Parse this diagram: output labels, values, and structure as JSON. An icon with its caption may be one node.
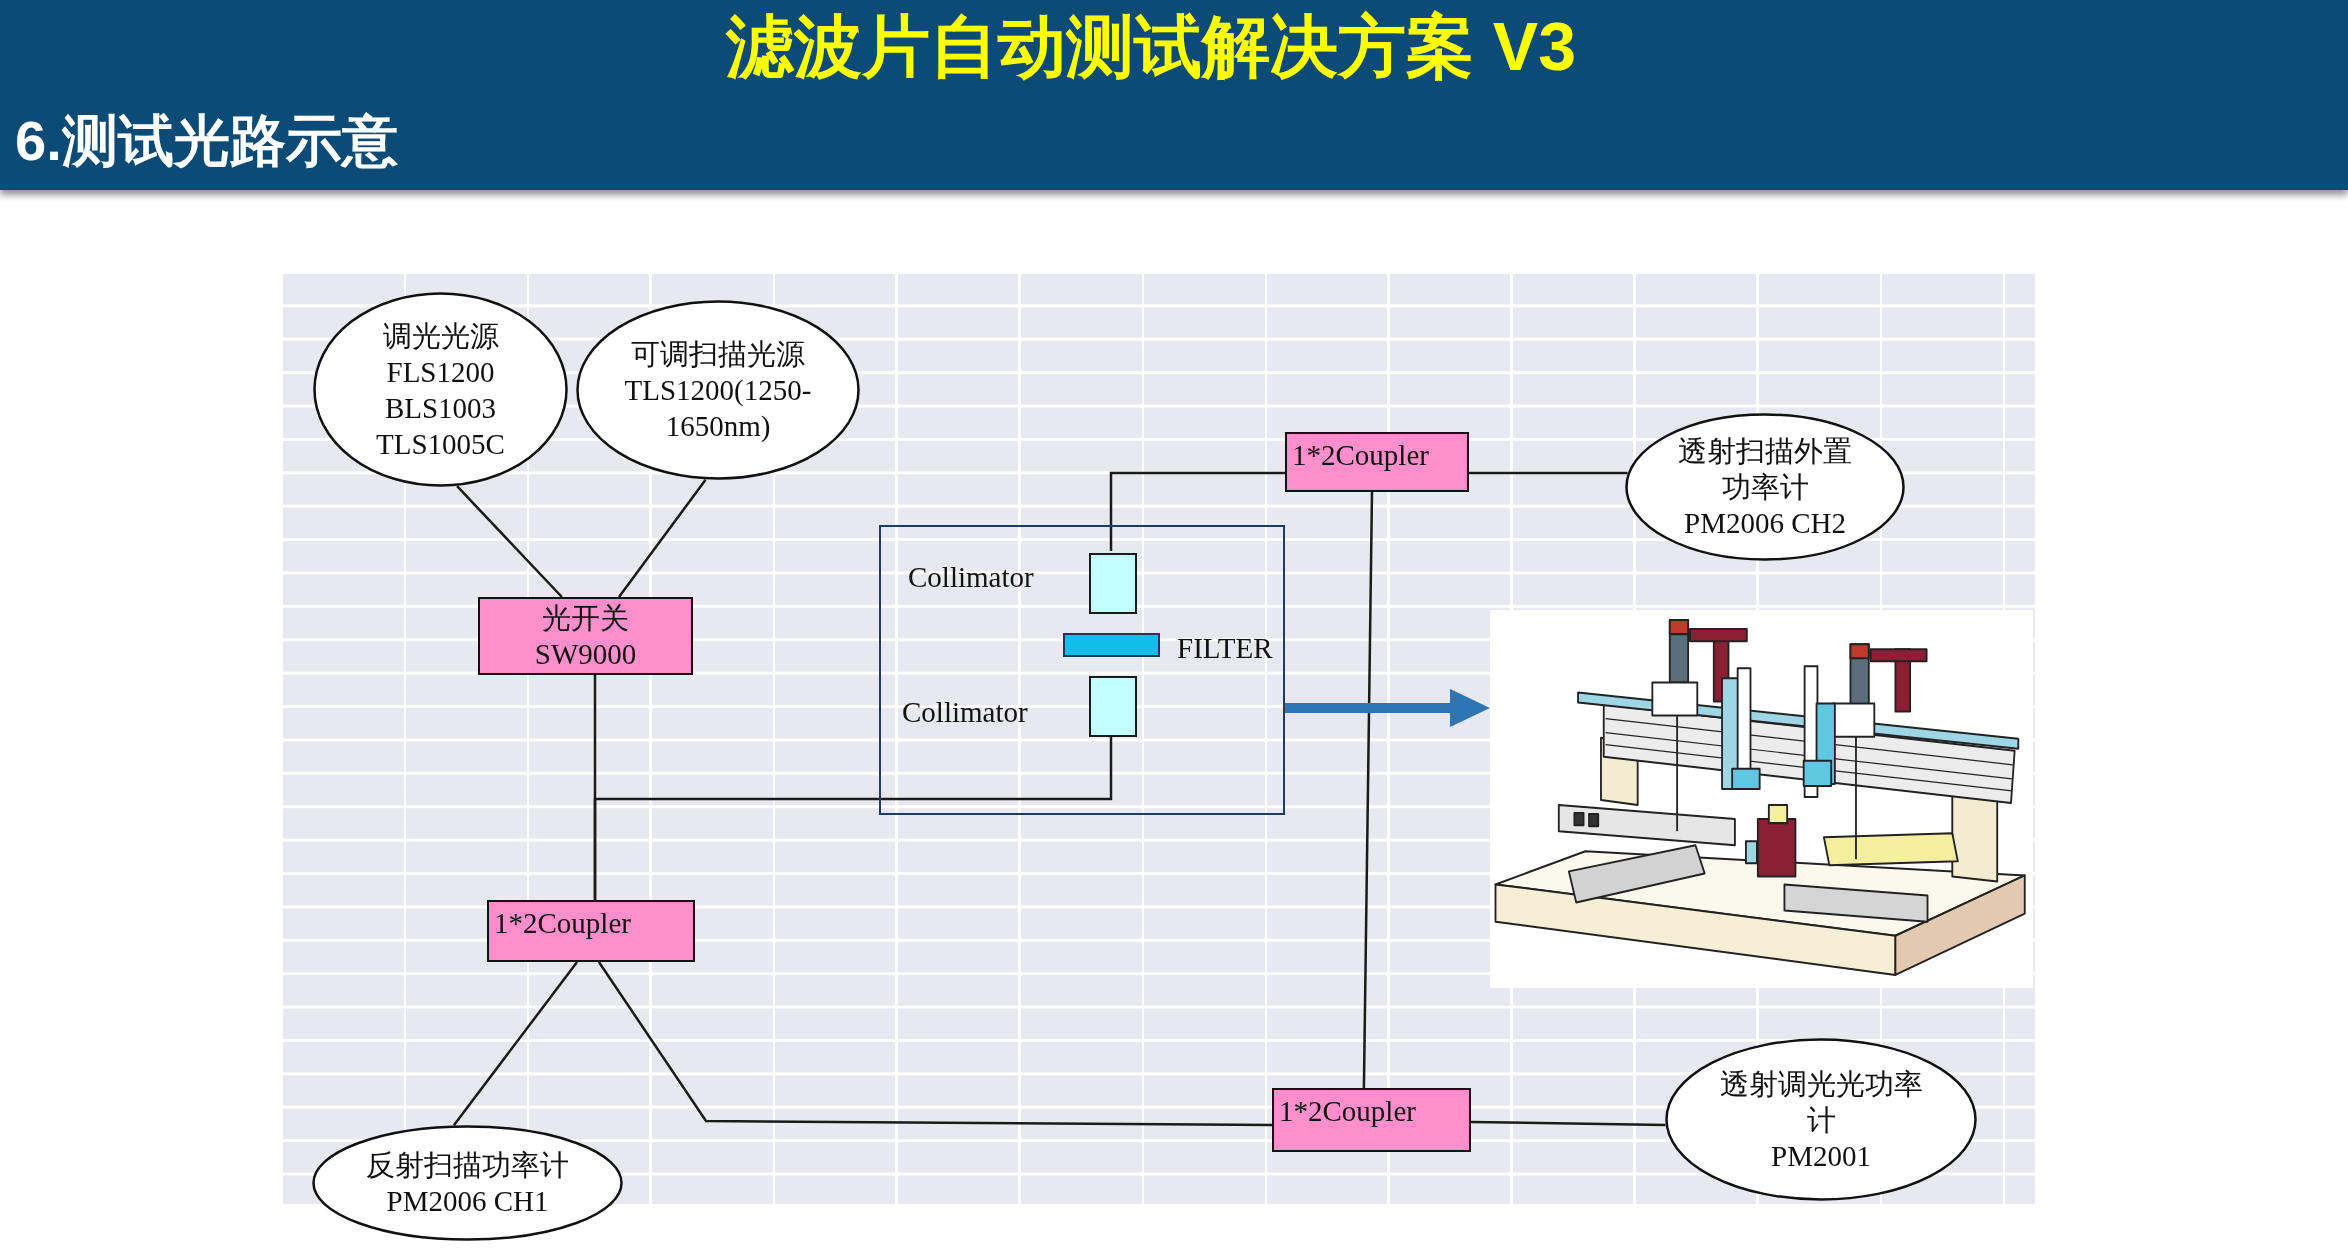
{
  "diagram": {
    "title": "滤波片自动测试解决方案 V3",
    "nodes": [
      {
        "text": [
          "调光光源",
          "FLS1200 BLS1003 TLS1005C"
        ]
      },
      {
        "text": [
          "可调扫描光源",
          "TLS1200(1250-1650nm)"
        ]
      },
      {
        "text": [
          "1*2Coupler"
        ]
      },
      {
        "text": [
          "透射扫描外置功率计",
          "PM2006 CH2"
        ]
      },
      {
        "text": [
          "光开关",
          "SW9000"
        ]
      },
      {
        "text": [],
        "shape": "box"
      },
      {
        "text": [],
        "shape": "box",
        "in": 5,
        "beside": [
          "Collimator"
        ]
      },
      {
        "text": [],
        "shape": "bar",
        "in": 5,
        "beside": [
          "FILTER"
        ]
      },
      {
        "text": [],
        "shape": "box",
        "in": 5,
        "beside": [
          "Collimator"
        ]
      },
      {
        "text": [],
        "shape": "picture"
      },
      {
        "text": [
          "1*2Coupler"
        ]
      },
      {
        "text": [
          "1*2Coupler"
        ]
      },
      {
        "text": [
          "反射扫描功率计",
          "PM2006 CH1"
        ]
      },
      {
        "text": [
          "透射调光光功率计",
          "PM2001"
        ]
      }
    ],
    "edges": [
      {
        "from": 0,
        "to": 4,
        "arrow": "none"
      },
      {
        "from": 1,
        "to": 4,
        "arrow": "none"
      },
      {
        "from": 4,
        "to": 10,
        "arrow": "none"
      },
      {
        "from": 8,
        "to": 10,
        "arrow": "none"
      },
      {
        "from": 6,
        "to": 2,
        "arrow": "none"
      },
      {
        "from": 2,
        "to": 3,
        "arrow": "none"
      },
      {
        "from": 2,
        "to": 11,
        "arrow": "none"
      },
      {
        "from": 5,
        "to": 9,
        "arrow": "to",
        "style": "thick",
        "color": "#2e75b6"
      },
      {
        "from": 10,
        "to": 12,
        "arrow": "none"
      },
      {
        "from": 10,
        "to": 11,
        "arrow": "none"
      },
      {
        "from": 11,
        "to": 13,
        "arrow": "none"
      }
    ],
    "labels": [
      "6.测试光路示意"
    ]
  }
}
